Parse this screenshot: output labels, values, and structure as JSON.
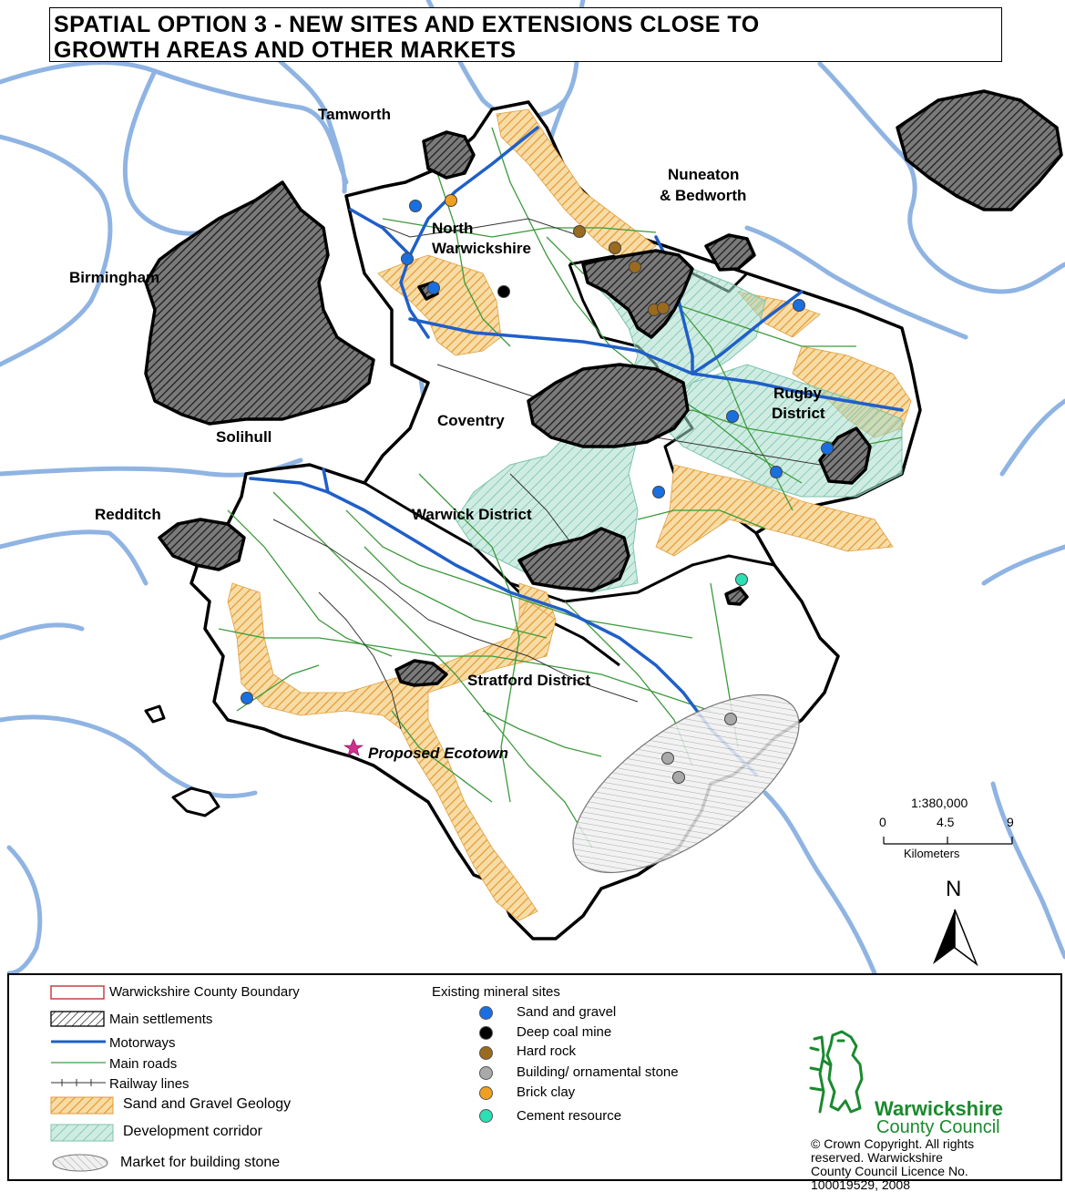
{
  "title": {
    "line1": "SPATIAL OPTION 3 - NEW SITES AND EXTENSIONS CLOSE TO",
    "line2": "GROWTH AREAS AND OTHER MARKETS"
  },
  "places": {
    "tamworth": "Tamworth",
    "nuneaton_1": "Nuneaton",
    "nuneaton_2": "& Bedworth",
    "north_1": "North",
    "north_2": "Warwickshire",
    "birmingham": "Birmingham",
    "solihull": "Solihull",
    "coventry": "Coventry",
    "rugby_1": "Rugby",
    "rugby_2": "District",
    "redditch": "Redditch",
    "warwick": "Warwick District",
    "stratford": "Stratford District",
    "ecotown": "Proposed Ecotown"
  },
  "scale": {
    "ratio": "1:380,000",
    "t0": "0",
    "t1": "4.5",
    "t2": "9",
    "unit": "Kilometers"
  },
  "north_arrow": "N",
  "legend": {
    "county_boundary": "Warwickshire County Boundary",
    "settlements": "Main settlements",
    "motorways": "Motorways",
    "main_roads": "Main roads",
    "railways": "Railway lines",
    "sand_geology": "Sand and Gravel Geology",
    "dev_corridor": "Development corridor",
    "market_stone": "Market for building stone",
    "sites_heading": "Existing mineral sites",
    "sites": [
      {
        "label": "Sand and gravel",
        "color": "#1a6fe0"
      },
      {
        "label": "Deep coal mine",
        "color": "#000000"
      },
      {
        "label": "Hard rock",
        "color": "#9a6a1f"
      },
      {
        "label": "Building/ ornamental stone",
        "color": "#a9a9a9"
      },
      {
        "label": "Brick clay",
        "color": "#f0a020"
      },
      {
        "label": "Cement resource",
        "color": "#2be0b4"
      }
    ]
  },
  "colors": {
    "river": "#8fb4e3",
    "motorway": "#1f5fc8",
    "road": "#3c9a3c",
    "sand_fill": "#f7d9a0",
    "sand_hatch": "#e9a23b",
    "corridor_fill": "#9fd3c3",
    "settlement_fill": "#4a4a4a"
  },
  "logo": {
    "line1": "Warwickshire",
    "line2": "County Council"
  },
  "copyright": [
    "© Crown Copyright. All rights",
    "reserved. Warwickshire",
    "County Council Licence No.",
    "100019529, 2008"
  ]
}
